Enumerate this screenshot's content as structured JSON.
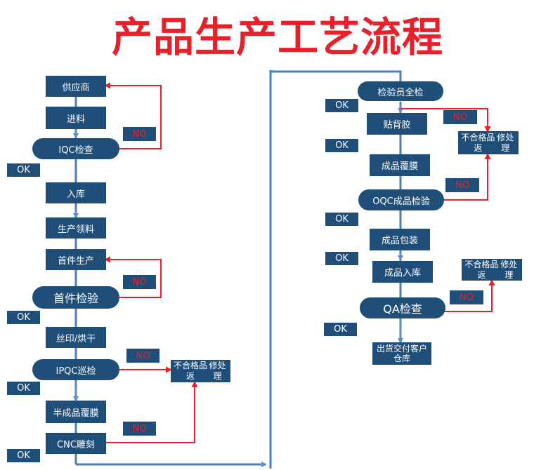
{
  "title": "产品生产工艺流程",
  "left_flow": {
    "steps": [
      {
        "label": "供应商"
      },
      {
        "label": "进料"
      },
      {
        "label": "IQC检查"
      },
      {
        "label": "入库"
      },
      {
        "label": "生产领料"
      },
      {
        "label": "首件生产"
      },
      {
        "label": "首件检验"
      },
      {
        "label": "丝印/烘干"
      },
      {
        "label": "IPQC巡检"
      },
      {
        "label": "半成品覆膜"
      },
      {
        "label": "CNC雕刻"
      }
    ]
  },
  "right_flow": {
    "steps": [
      {
        "label": "检验员全检"
      },
      {
        "label": "贴背胶"
      },
      {
        "label": "成品覆膜"
      },
      {
        "label": "OQC成品检验"
      },
      {
        "label": "成品包装"
      },
      {
        "label": "成品入库"
      },
      {
        "label": "QA检查"
      },
      {
        "label": "出货交付客户仓库"
      }
    ]
  },
  "ok_label": "OK",
  "no_label": "NO",
  "reject_label": {
    "line1": "不合格品返",
    "line2": "修处理"
  }
}
